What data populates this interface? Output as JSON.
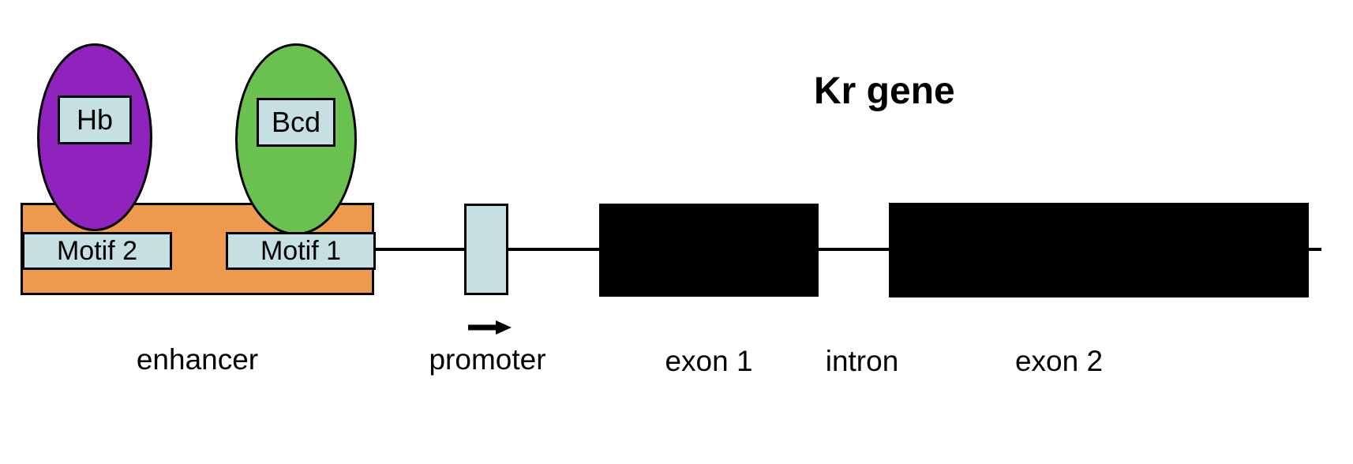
{
  "diagram": {
    "title": "Kr gene",
    "colors": {
      "enhancer_orange": "#ED9A4F",
      "motif_lightblue": "#C5DFE3",
      "hb_purple": "#9022BD",
      "bcd_green": "#6BC150",
      "exon_black": "#000000",
      "background": "#FFFFFF",
      "stroke": "#000000"
    },
    "transcription_factors": [
      {
        "id": "hb",
        "label": "Hb",
        "color": "#9022BD",
        "bound_to": "Motif 2"
      },
      {
        "id": "bcd",
        "label": "Bcd",
        "color": "#6BC150",
        "bound_to": "Motif 1"
      }
    ],
    "motifs": [
      {
        "id": "motif2",
        "label": "Motif 2"
      },
      {
        "id": "motif1",
        "label": "Motif 1"
      }
    ],
    "regions": [
      {
        "id": "enhancer",
        "label": "enhancer"
      },
      {
        "id": "promoter",
        "label": "promoter"
      },
      {
        "id": "exon1",
        "label": "exon 1"
      },
      {
        "id": "intron",
        "label": "intron"
      },
      {
        "id": "exon2",
        "label": "exon 2"
      }
    ],
    "arrow": {
      "name": "transcription-start-arrow",
      "direction": "right"
    }
  }
}
